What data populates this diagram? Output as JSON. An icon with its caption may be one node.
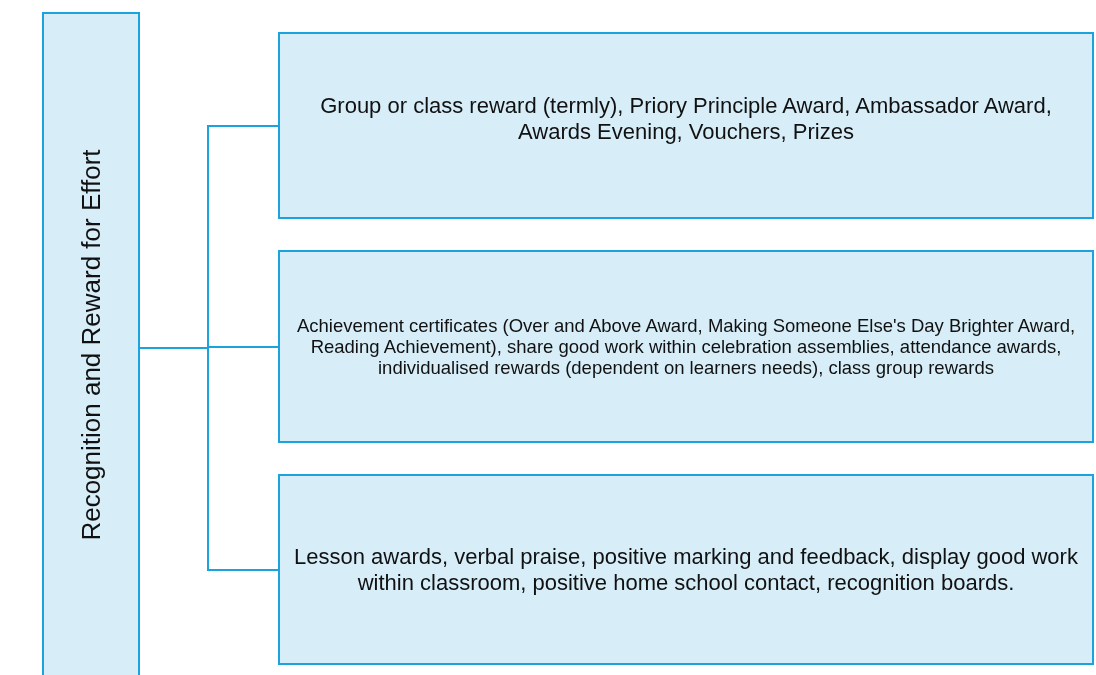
{
  "diagram": {
    "nodes": [
      {
        "text": [
          "Recognition and Reward for Effort"
        ]
      },
      {
        "text": [
          "Group or class reward (termly), Priory Principle Award, Ambassador Award, Awards Evening, Vouchers, Prizes"
        ]
      },
      {
        "text": [
          "Achievement certificates (Over and Above Award, Making Someone Else's Day Brighter Award, Reading Achievement), share good work within celebration assemblies, attendance awards, individualised rewards (dependent on learners needs), class group rewards"
        ]
      },
      {
        "text": [
          "Lesson awards, verbal praise, positive marking and feedback, display good work within classroom, positive home school contact,  recognition boards."
        ]
      }
    ],
    "edges": [
      {
        "from": 0,
        "to": 1,
        "arrow": "none"
      },
      {
        "from": 0,
        "to": 2,
        "arrow": "none"
      },
      {
        "from": 0,
        "to": 3,
        "arrow": "none"
      }
    ]
  }
}
